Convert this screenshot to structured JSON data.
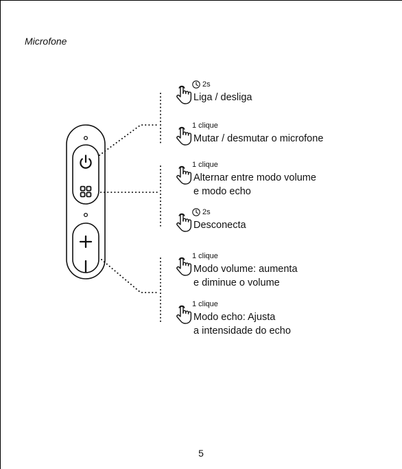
{
  "page": {
    "section_title": "Microfone",
    "page_number": "5"
  },
  "controls": [
    {
      "id": "indicator-light-top",
      "icon": "led-dot"
    },
    {
      "id": "power-button",
      "icon": "power-icon"
    },
    {
      "id": "mode-button",
      "icon": "grid-icon"
    },
    {
      "id": "indicator-light-middle",
      "icon": "led-dot"
    },
    {
      "id": "plus-button",
      "icon": "plus-icon"
    },
    {
      "id": "minus-button",
      "icon": "minus-icon"
    }
  ],
  "instructions": {
    "power_long": {
      "action": "2s",
      "icon": "clock-icon",
      "lines": [
        "Liga / desliga"
      ]
    },
    "power_short": {
      "action": "1 clique",
      "lines": [
        "Mutar / desmutar o microfone"
      ]
    },
    "mode_short": {
      "action": "1 clique",
      "lines": [
        "Alternar entre modo volume",
        "e modo echo"
      ]
    },
    "mode_long": {
      "action": "2s",
      "icon": "clock-icon",
      "lines": [
        "Desconecta"
      ]
    },
    "volume_short": {
      "action": "1 clique",
      "lines": [
        "Modo volume: aumenta",
        "e diminue o volume"
      ]
    },
    "echo_short": {
      "action": "1 clique",
      "lines": [
        "Modo echo: Ajusta",
        "a intensidade do echo"
      ]
    }
  }
}
